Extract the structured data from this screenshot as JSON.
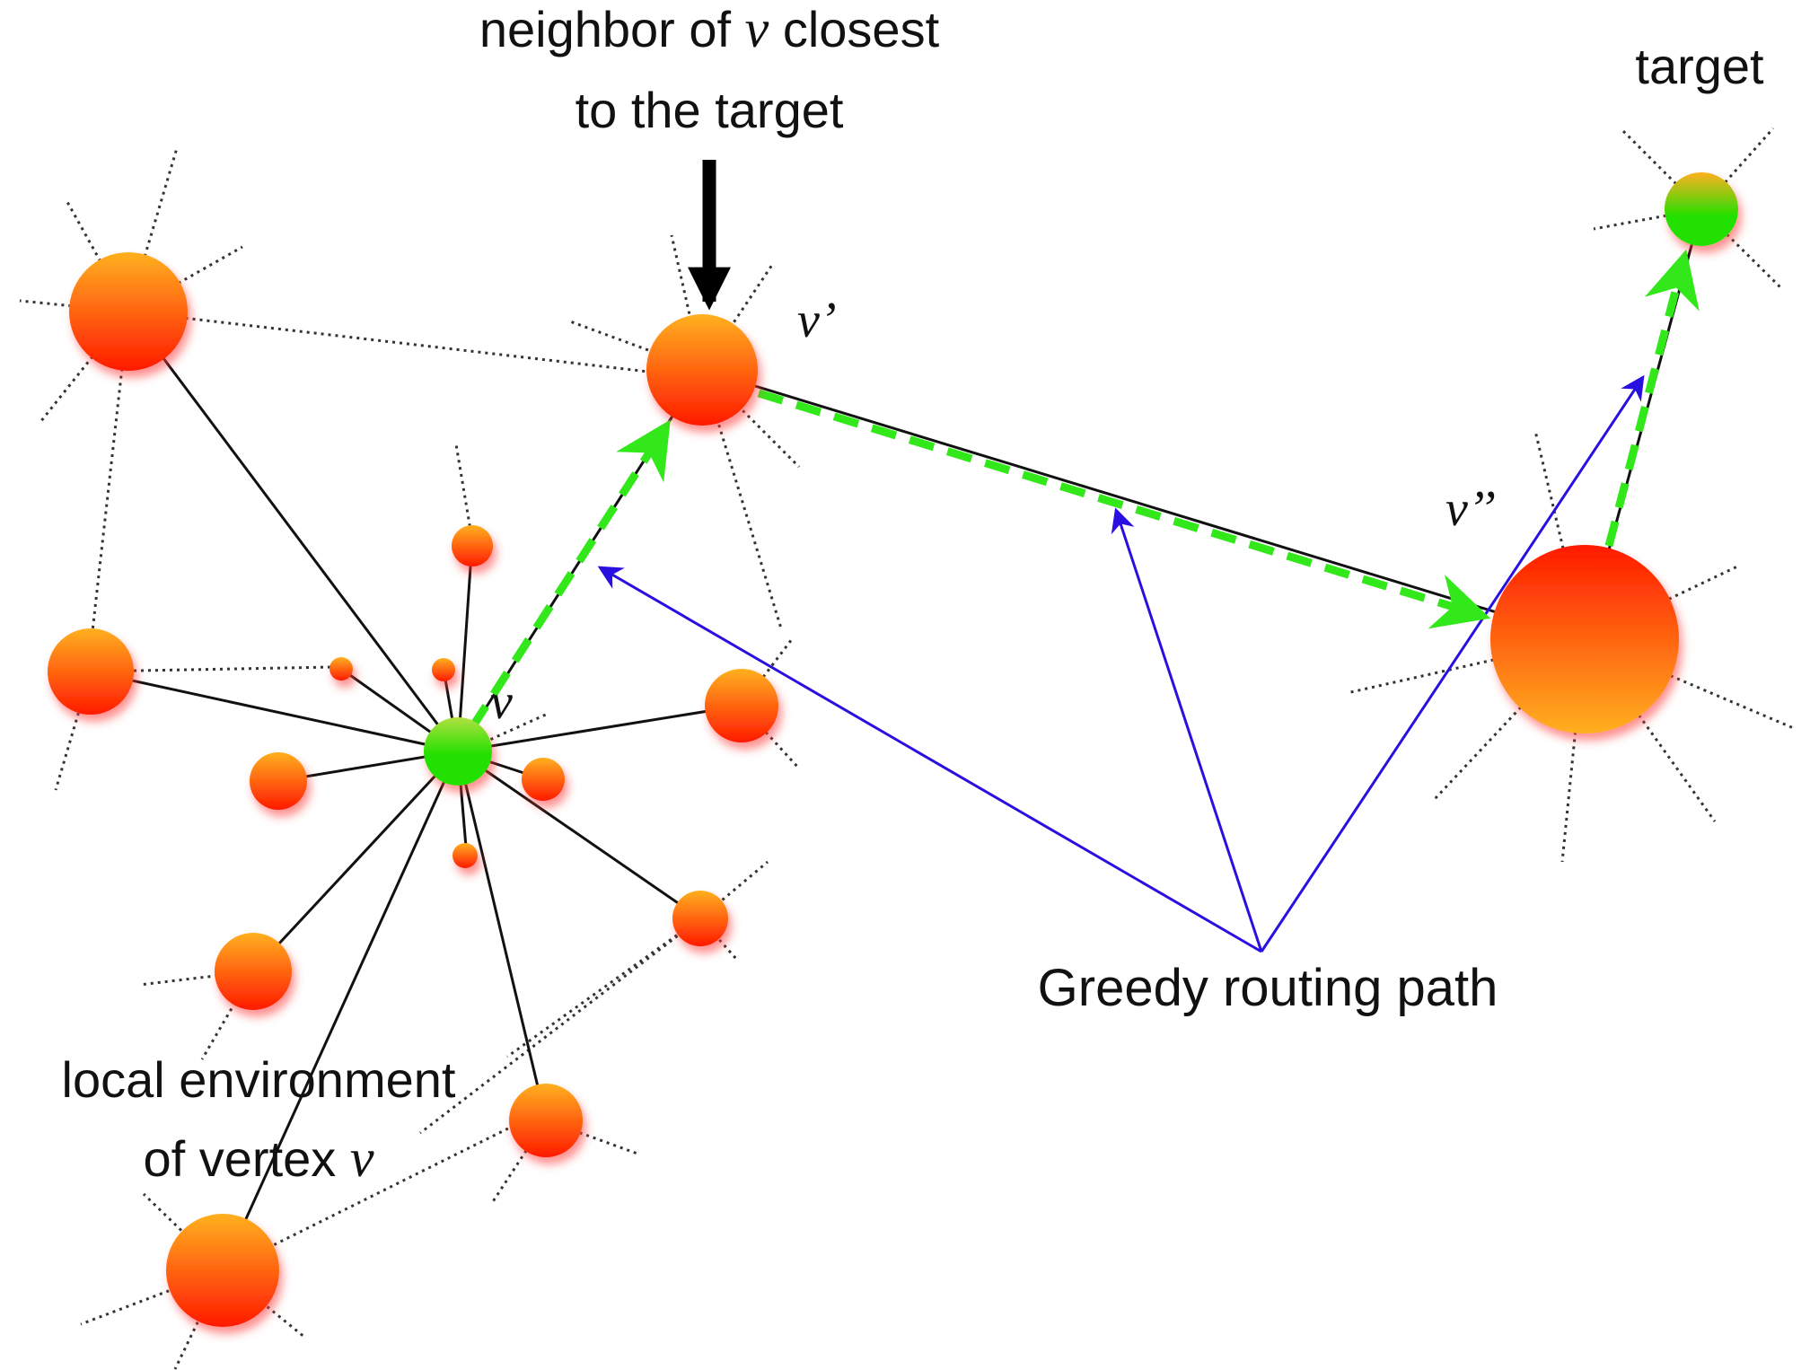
{
  "labels": {
    "neighbor_line1_pre": "neighbor of ",
    "neighbor_line1_var": "v",
    "neighbor_line1_post": " closest",
    "neighbor_line2": "to the target",
    "target": "target",
    "v": "v",
    "v_prime": "v’",
    "v_double_prime": "v’’",
    "greedy": "Greedy routing path",
    "local_line1": "local environment",
    "local_line2_pre": "of vertex ",
    "local_line2_var": "v"
  },
  "colors": {
    "node_red": "#ff1a00",
    "node_orange": "#ffb020",
    "node_green": "#22e000",
    "path_green": "#33e81a",
    "routing_blue": "#2a10e0",
    "edge_black": "#111111",
    "dotted_edge": "#333333"
  },
  "nodes": [
    {
      "id": "v",
      "color": "green"
    },
    {
      "id": "v_prime",
      "color": "orange"
    },
    {
      "id": "v_double_prime",
      "color": "orange"
    },
    {
      "id": "target",
      "color": "green"
    }
  ]
}
